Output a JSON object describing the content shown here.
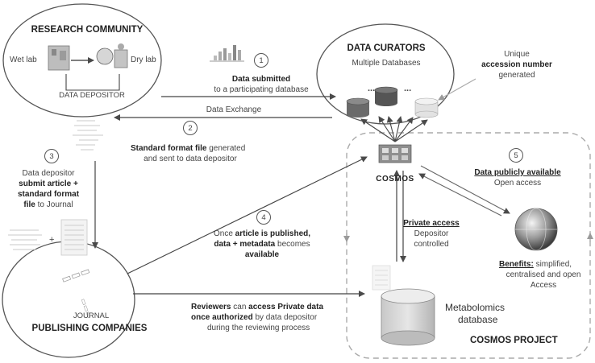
{
  "research": {
    "title": "RESEARCH COMMUNITY",
    "wet_lab": "Wet lab",
    "dry_lab": "Dry lab",
    "depositor": "DATA DEPOSITOR"
  },
  "curators": {
    "title": "DATA CURATORS",
    "subtitle": "Multiple Databases",
    "dots": "..."
  },
  "accession": {
    "line1": "Unique",
    "line2": "accession number",
    "line3": "generated"
  },
  "steps": {
    "s1": {
      "num": "1",
      "bold": "Data submitted",
      "rest": "to a participating database"
    },
    "exchange": "Data Exchange",
    "s2": {
      "num": "2",
      "bold": "Standard format file",
      "rest1": " generated",
      "rest2": "and sent to data depositor"
    },
    "s3": {
      "num": "3",
      "l1": "Data depositor",
      "l2": "submit article +",
      "l3": "standard format",
      "l4a": "file",
      "l4b": " to Journal"
    },
    "s4": {
      "num": "4",
      "l1a": "Once ",
      "l1b": "article is published,",
      "l2a": "data + metadata",
      "l2b": " becomes",
      "l3": "available"
    },
    "s5": {
      "num": "5",
      "bold": "Data publicly available",
      "rest": "Open access"
    }
  },
  "cosmos": {
    "label": "COSMOS",
    "private_bold": "Private access",
    "private_l2": "Depositor",
    "private_l3": "controlled"
  },
  "benefits": {
    "bold": "Benefits:",
    "l1": " simplified,",
    "l2": "centralised and open",
    "l3": "Access"
  },
  "journal": {
    "label": "JOURNAL",
    "title": "PUBLISHING COMPANIES",
    "plus": "+"
  },
  "reviewers": {
    "l1a": "Reviewers",
    "l1b": " can ",
    "l1c": "access Private data",
    "l2a": "once authorized",
    "l2b": " by data depositor",
    "l3": "during the reviewing process"
  },
  "metabolomics": {
    "l1": "Metabolomics",
    "l2": "database"
  },
  "project": {
    "title": "COSMOS PROJECT"
  },
  "colors": {
    "line": "#5a5a5a",
    "light_arrow": "#9a9a9a",
    "cylinder_dark": "#555555",
    "cylinder_light": "#d8d8d8"
  }
}
